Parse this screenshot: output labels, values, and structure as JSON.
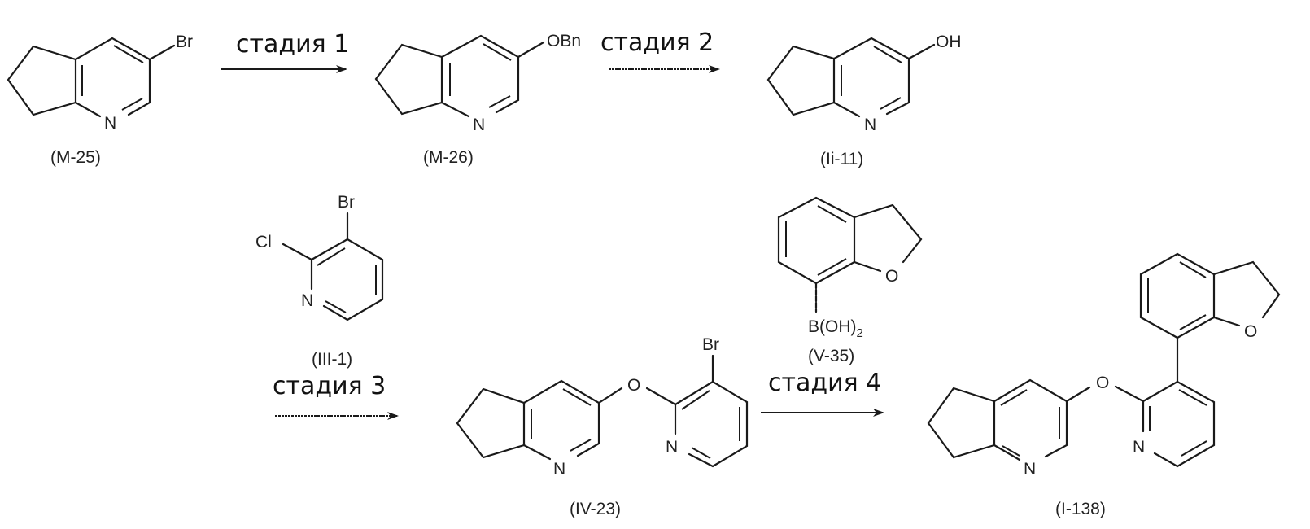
{
  "scheme": {
    "stages": [
      {
        "label": "стадия 1"
      },
      {
        "label": "стадия 2"
      },
      {
        "label": "стадия 3"
      },
      {
        "label": "стадия 4"
      }
    ],
    "compounds": [
      {
        "id": "(M-25)",
        "substituent": "Br",
        "ring_atom": "N"
      },
      {
        "id": "(M-26)",
        "substituent": "OBn",
        "ring_atom": "N"
      },
      {
        "id": "(Ii-11)",
        "substituent": "OH",
        "ring_atom": "N"
      },
      {
        "id": "(III-1)",
        "substituents": [
          "Br",
          "Cl"
        ],
        "ring_atom": "N"
      },
      {
        "id": "(V-35)",
        "substituent": "B(OH)",
        "subscript": "2",
        "ring_atom": "O"
      },
      {
        "id": "(IV-23)",
        "linker": "O",
        "substituent": "Br",
        "ring_atoms": [
          "N",
          "N"
        ]
      },
      {
        "id": "(I-138)",
        "linker": "O",
        "ring_atoms": [
          "N",
          "N",
          "O"
        ]
      }
    ]
  }
}
